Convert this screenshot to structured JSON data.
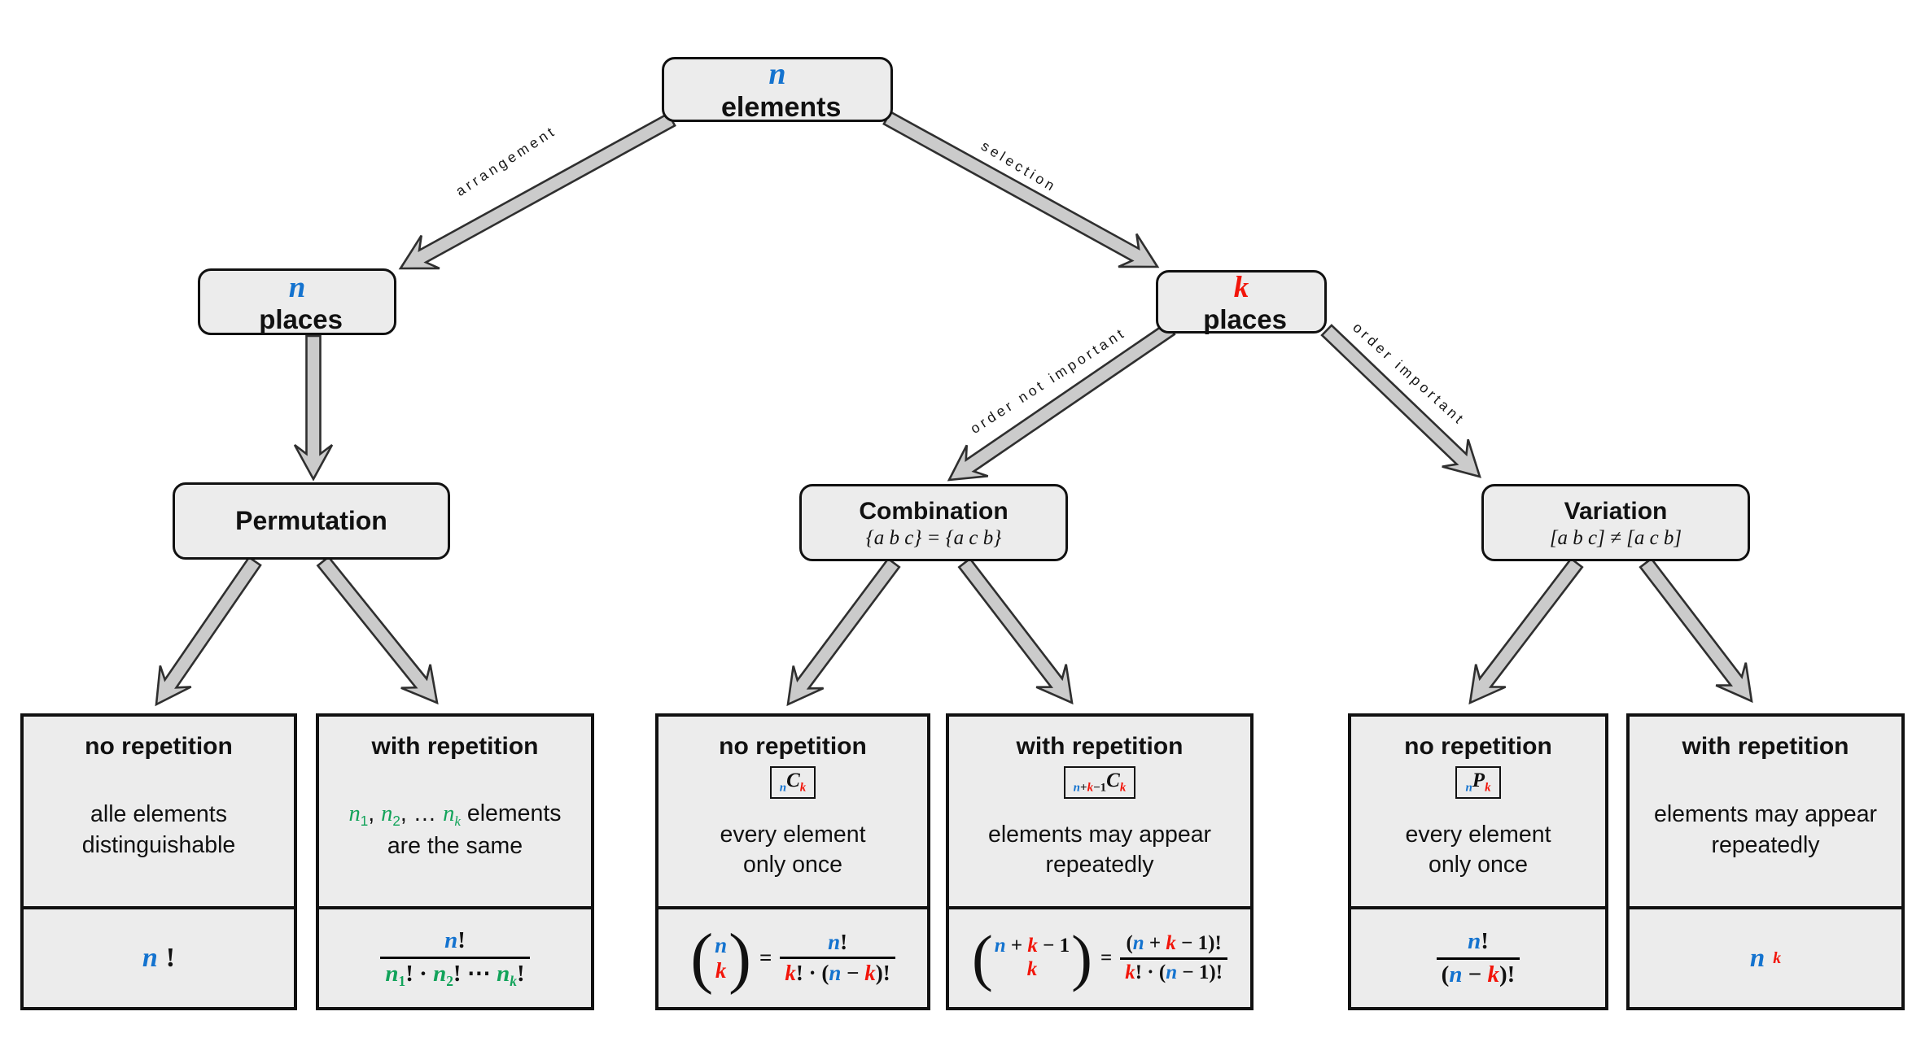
{
  "colors": {
    "blue": "#1473CF",
    "red": "#F2150A",
    "green": "#12A35A",
    "box_fill": "#ECECEC",
    "box_border": "#111111",
    "arrow_fill": "#CBCBCB",
    "arrow_outline": "#2F2F2F",
    "text": "#111111",
    "background": "#FFFFFF"
  },
  "nodes": {
    "root": {
      "tokens": [
        {
          "t": "n",
          "c": "b",
          "i": 1
        },
        {
          "t": " elements"
        }
      ]
    },
    "n_places": {
      "tokens": [
        {
          "t": "n",
          "c": "b",
          "i": 1
        },
        {
          "t": " places"
        }
      ]
    },
    "k_places": {
      "tokens": [
        {
          "t": "k",
          "c": "r",
          "i": 1
        },
        {
          "t": " places"
        }
      ]
    },
    "permutation": {
      "title": "Permutation"
    },
    "combination": {
      "title": "Combination",
      "subtitle": "{a b c} = {a c b}"
    },
    "variation": {
      "title": "Variation",
      "subtitle": "[a b c] ≠ [a c b]"
    }
  },
  "edges": {
    "arrangement": "arrangement",
    "selection": "selection",
    "order_not_important": "order not important",
    "order_important": "order important"
  },
  "leaves": [
    {
      "group": "permutation",
      "title": "no repetition",
      "badge": null,
      "desc": [
        [
          {
            "t": "alle elements"
          }
        ],
        [
          {
            "t": "distinguishable"
          }
        ]
      ],
      "formula": [
        {
          "k": "t",
          "tok": {
            "t": "n",
            "c": "b",
            "i": 1
          }
        },
        {
          "k": "t",
          "tok": {
            "t": "!"
          }
        }
      ]
    },
    {
      "group": "permutation",
      "title": "with repetition",
      "badge": null,
      "desc": [
        [
          {
            "t": "n",
            "c": "g",
            "i": 1
          },
          {
            "t": "1",
            "c": "g",
            "sub": 1
          },
          {
            "t": ", "
          },
          {
            "t": "n",
            "c": "g",
            "i": 1
          },
          {
            "t": "2",
            "c": "g",
            "sub": 1
          },
          {
            "t": ", … "
          },
          {
            "t": "n",
            "c": "g",
            "i": 1
          },
          {
            "t": "k",
            "c": "g",
            "i": 1,
            "sub": 1
          },
          {
            "t": " elements"
          }
        ],
        [
          {
            "t": "are the same"
          }
        ]
      ],
      "formula": [
        {
          "k": "frac",
          "num": [
            {
              "t": "n",
              "c": "b",
              "i": 1
            },
            {
              "t": "!"
            }
          ],
          "den": [
            {
              "t": "n",
              "c": "g",
              "i": 1
            },
            {
              "t": "1",
              "c": "g",
              "sub": 1
            },
            {
              "t": "! · "
            },
            {
              "t": "n",
              "c": "g",
              "i": 1
            },
            {
              "t": "2",
              "c": "g",
              "sub": 1
            },
            {
              "t": "! ⋯ "
            },
            {
              "t": "n",
              "c": "g",
              "i": 1
            },
            {
              "t": "k",
              "c": "g",
              "i": 1,
              "sub": 1
            },
            {
              "t": "!"
            }
          ]
        }
      ]
    },
    {
      "group": "combination",
      "title": "no repetition",
      "badge": [
        {
          "t": "n",
          "c": "b",
          "i": 1,
          "sub": 1
        },
        {
          "t": "C",
          "i": 1
        },
        {
          "t": "k",
          "c": "r",
          "i": 1,
          "sub": 1
        }
      ],
      "desc": [
        [
          {
            "t": "every element"
          }
        ],
        [
          {
            "t": "only once"
          }
        ]
      ],
      "formula": [
        {
          "k": "binom",
          "top": [
            {
              "t": "n",
              "c": "b",
              "i": 1
            }
          ],
          "bot": [
            {
              "t": "k",
              "c": "r",
              "i": 1
            }
          ]
        },
        {
          "k": "t",
          "tok": {
            "t": "="
          }
        },
        {
          "k": "frac",
          "num": [
            {
              "t": "n",
              "c": "b",
              "i": 1
            },
            {
              "t": "!"
            }
          ],
          "den": [
            {
              "t": "k",
              "c": "r",
              "i": 1
            },
            {
              "t": "! · ("
            },
            {
              "t": "n",
              "c": "b",
              "i": 1
            },
            {
              "t": " − "
            },
            {
              "t": "k",
              "c": "r",
              "i": 1
            },
            {
              "t": ")!"
            }
          ]
        }
      ]
    },
    {
      "group": "combination",
      "title": "with repetition",
      "badge": [
        {
          "t": "n",
          "c": "b",
          "i": 1,
          "sub": 1
        },
        {
          "t": "+",
          "sub": 1
        },
        {
          "t": "k",
          "c": "r",
          "i": 1,
          "sub": 1
        },
        {
          "t": "−1",
          "sub": 1
        },
        {
          "t": "C",
          "i": 1
        },
        {
          "t": "k",
          "c": "r",
          "i": 1,
          "sub": 1
        }
      ],
      "desc": [
        [
          {
            "t": "elements may appear"
          }
        ],
        [
          {
            "t": "repeatedly"
          }
        ]
      ],
      "formula": [
        {
          "k": "binom",
          "top": [
            {
              "t": "n",
              "c": "b",
              "i": 1
            },
            {
              "t": " + "
            },
            {
              "t": "k",
              "c": "r",
              "i": 1
            },
            {
              "t": " − 1"
            }
          ],
          "bot": [
            {
              "t": "k",
              "c": "r",
              "i": 1
            }
          ]
        },
        {
          "k": "t",
          "tok": {
            "t": "="
          }
        },
        {
          "k": "frac",
          "num": [
            {
              "t": "("
            },
            {
              "t": "n",
              "c": "b",
              "i": 1
            },
            {
              "t": " + "
            },
            {
              "t": "k",
              "c": "r",
              "i": 1
            },
            {
              "t": " − 1)!"
            }
          ],
          "den": [
            {
              "t": "k",
              "c": "r",
              "i": 1
            },
            {
              "t": "! · ("
            },
            {
              "t": "n",
              "c": "b",
              "i": 1
            },
            {
              "t": " − 1)!"
            }
          ]
        }
      ]
    },
    {
      "group": "variation",
      "title": "no repetition",
      "badge": [
        {
          "t": "n",
          "c": "b",
          "i": 1,
          "sub": 1
        },
        {
          "t": "P",
          "i": 1
        },
        {
          "t": "k",
          "c": "r",
          "i": 1,
          "sub": 1
        }
      ],
      "desc": [
        [
          {
            "t": "every element"
          }
        ],
        [
          {
            "t": "only once"
          }
        ]
      ],
      "formula": [
        {
          "k": "frac",
          "num": [
            {
              "t": "n",
              "c": "b",
              "i": 1
            },
            {
              "t": "!"
            }
          ],
          "den": [
            {
              "t": "("
            },
            {
              "t": "n",
              "c": "b",
              "i": 1
            },
            {
              "t": " − "
            },
            {
              "t": "k",
              "c": "r",
              "i": 1
            },
            {
              "t": ")!"
            }
          ]
        }
      ]
    },
    {
      "group": "variation",
      "title": "with repetition",
      "badge": null,
      "desc": [
        [
          {
            "t": "elements may appear"
          }
        ],
        [
          {
            "t": "repeatedly"
          }
        ]
      ],
      "formula": [
        {
          "k": "t",
          "tok": {
            "t": "n",
            "c": "b",
            "i": 1
          }
        },
        {
          "k": "t",
          "tok": {
            "t": "k",
            "c": "r",
            "i": 1,
            "sup": 1
          }
        }
      ]
    }
  ]
}
